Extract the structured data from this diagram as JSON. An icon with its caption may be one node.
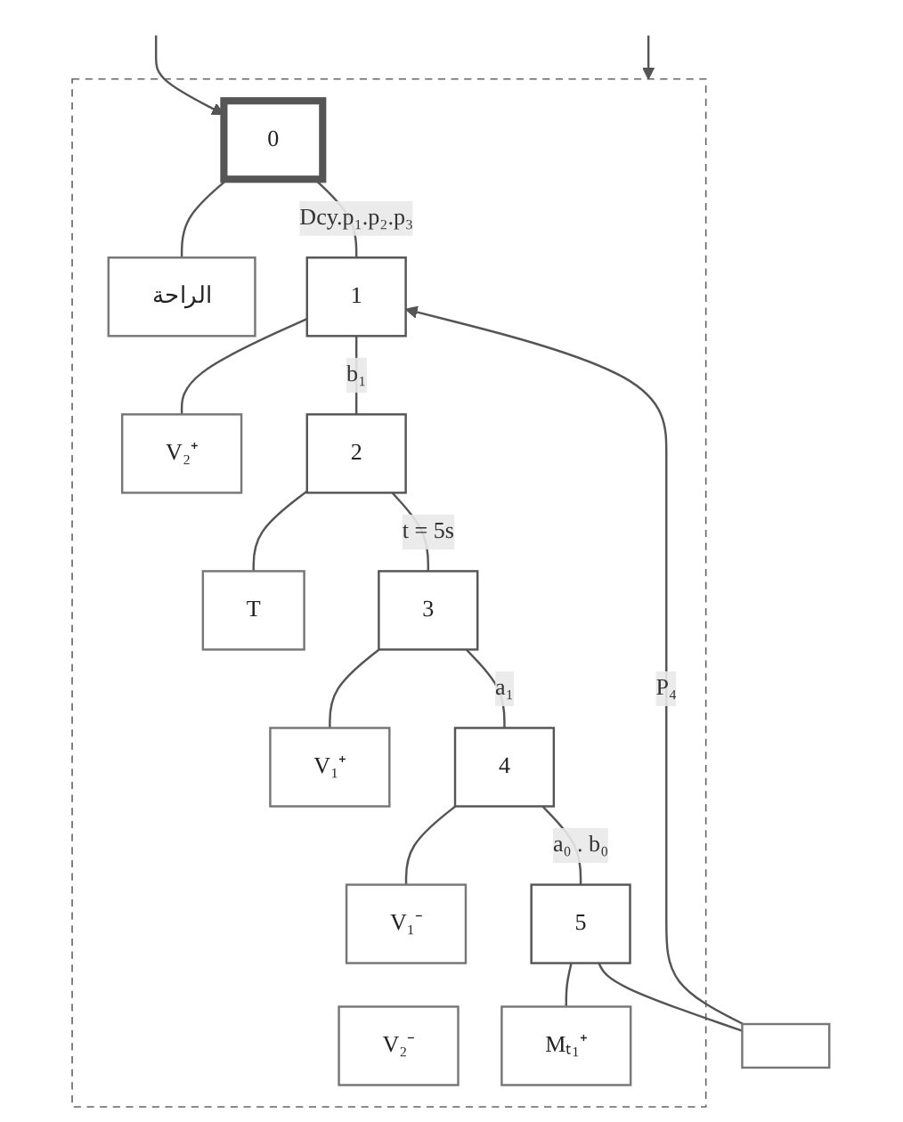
{
  "diagram": {
    "nodes": [
      {
        "text": [],
        "shape": "box"
      },
      {
        "text": [
          "0"
        ],
        "in": 0
      },
      {
        "text": [
          "الراحة"
        ],
        "in": 0
      },
      {
        "text": [
          "1"
        ],
        "in": 0
      },
      {
        "text": [
          "V₂⁺"
        ],
        "in": 0
      },
      {
        "text": [
          "2"
        ],
        "in": 0
      },
      {
        "text": [
          "T"
        ],
        "in": 0
      },
      {
        "text": [
          "3"
        ],
        "in": 0
      },
      {
        "text": [
          "V₁⁺"
        ],
        "in": 0
      },
      {
        "text": [
          "4"
        ],
        "in": 0
      },
      {
        "text": [
          "V₁⁻"
        ],
        "in": 0
      },
      {
        "text": [
          "V₂⁻"
        ],
        "in": 0
      },
      {
        "text": [
          "5"
        ],
        "in": 0
      },
      {
        "text": [
          "Mₜ₁⁺"
        ],
        "in": 0
      },
      {
        "text": [],
        "shape": "box"
      }
    ],
    "edges": [
      {
        "from": null,
        "to": 0,
        "arrow": "to"
      },
      {
        "from": null,
        "to": 1,
        "arrow": "to"
      },
      {
        "from": 1,
        "to": 2,
        "arrow": "none"
      },
      {
        "from": 1,
        "to": 3,
        "arrow": "none",
        "label": "Dcy.p₁.p₂.p₃"
      },
      {
        "from": 3,
        "to": 4,
        "arrow": "none"
      },
      {
        "from": 3,
        "to": 5,
        "arrow": "none",
        "label": "b₁"
      },
      {
        "from": 5,
        "to": 6,
        "arrow": "none"
      },
      {
        "from": 5,
        "to": 7,
        "arrow": "none",
        "label": "t = 5s"
      },
      {
        "from": 7,
        "to": 8,
        "arrow": "none"
      },
      {
        "from": 7,
        "to": 9,
        "arrow": "none",
        "label": "a₁"
      },
      {
        "from": 9,
        "to": 10,
        "arrow": "none"
      },
      {
        "from": 9,
        "to": 12,
        "arrow": "none",
        "label": "a₀ . b₀"
      },
      {
        "from": 12,
        "to": 13,
        "arrow": "none"
      },
      {
        "from": 12,
        "to": 14,
        "arrow": "none"
      },
      {
        "from": 14,
        "to": 3,
        "arrow": "to",
        "label": "P₄"
      }
    ]
  }
}
